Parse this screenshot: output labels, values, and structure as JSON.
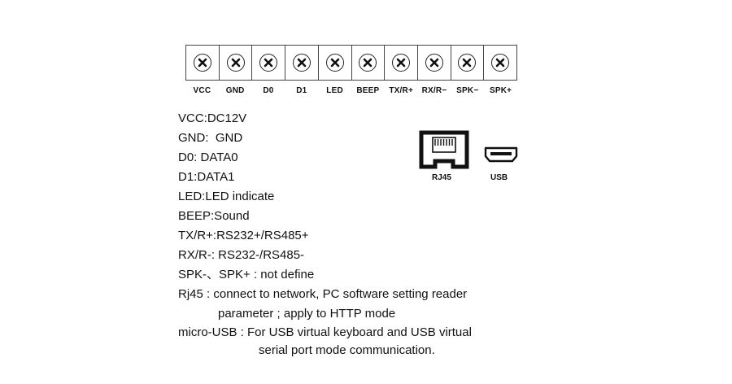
{
  "terminal": {
    "pins": [
      "VCC",
      "GND",
      "D0",
      "D1",
      "LED",
      "BEEP",
      "TX/R+",
      "RX/R−",
      "SPK−",
      "SPK+"
    ]
  },
  "ports": {
    "rj45_label": "RJ45",
    "usb_label": "USB"
  },
  "descriptions": {
    "vcc": "VCC:DC12V",
    "gnd": "GND:  GND",
    "d0": "D0: DATA0",
    "d1": "D1:DATA1",
    "led": "LED:LED indicate",
    "beep": "BEEP:Sound",
    "tx": "TX/R+:RS232+/RS485+",
    "rx": "RX/R-: RS232-/RS485-",
    "spk": "SPK-、SPK+ : not define",
    "rj45_line1": "Rj45 : connect to network, PC software setting reader",
    "rj45_line2": "parameter ; apply to HTTP mode",
    "usb_line1": "micro-USB : For USB virtual keyboard and USB virtual",
    "usb_line2": "serial port mode communication."
  }
}
